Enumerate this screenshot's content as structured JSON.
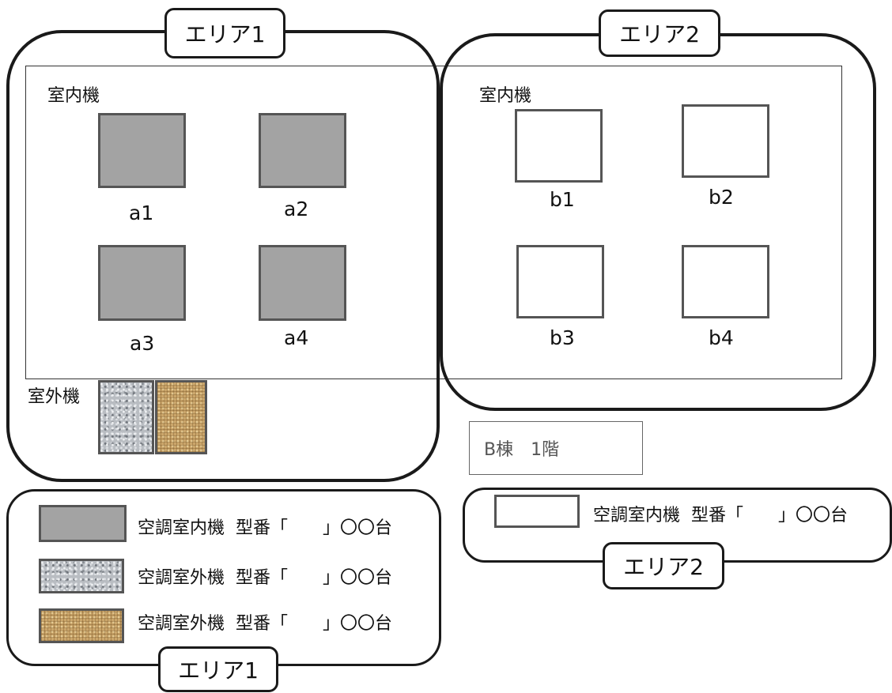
{
  "colors": {
    "indoor_fill": "#a3a3a3",
    "outline": "#1a1a1a",
    "outdoor_granite": "#b9bdc2",
    "outdoor_burlap": "#caa56a"
  },
  "area1": {
    "title": "エリア1",
    "indoor_label": "室内機",
    "outdoor_label": "室外機",
    "units": [
      "a1",
      "a2",
      "a3",
      "a4"
    ]
  },
  "area2": {
    "title": "エリア2",
    "indoor_label": "室内機",
    "units": [
      "b1",
      "b2",
      "b3",
      "b4"
    ]
  },
  "building_label": "B棟　1階",
  "legend1": {
    "title": "エリア1",
    "items": [
      "空調室内機  型番「　　」〇〇台",
      "空調室外機  型番「　　」〇〇台",
      "空調室外機  型番「　　」〇〇台"
    ]
  },
  "legend2": {
    "title": "エリア2",
    "items": [
      "空調室内機  型番「　　」〇〇台"
    ]
  }
}
